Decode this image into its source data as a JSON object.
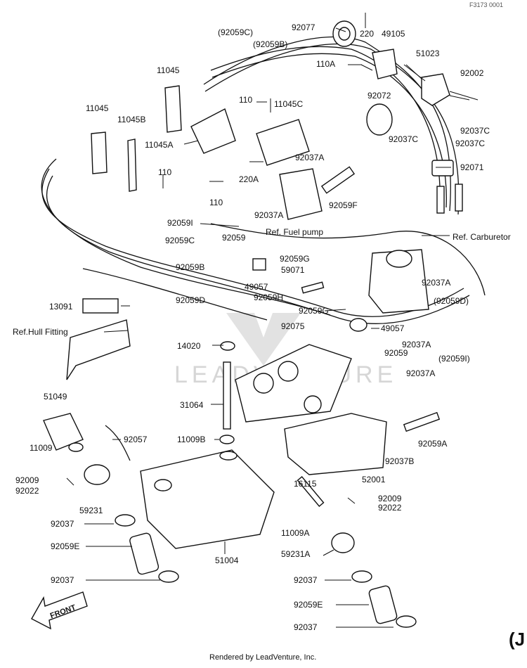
{
  "figure_code": "F3173 0001",
  "footer": "Rendered by LeadVenture, Inc.",
  "watermark": "LEADVENTURE",
  "corner_mark": "(J",
  "front_label": "FRONT",
  "labels": {
    "92059C_top": "(92059C)",
    "92059B_top": "(92059B)",
    "92077": "92077",
    "220": "220",
    "49105": "49105",
    "51023": "51023",
    "110A": "110A",
    "92002": "92002",
    "11045_top": "11045",
    "110_mid": "110",
    "11045C": "11045C",
    "92072": "92072",
    "11045_left": "11045",
    "11045B": "11045B",
    "92037C_1": "92037C",
    "92037C_2": "92037C",
    "92037C_3": "92037C",
    "11045A": "11045A",
    "92037A_1": "92037A",
    "92071": "92071",
    "220A": "220A",
    "110_left": "110",
    "110_bot": "110",
    "92037A_2": "92037A",
    "92059F": "92059F",
    "92059I": "92059I",
    "fuel_pump": "Ref. Fuel pump",
    "carburetor": "Ref. Carburetor",
    "92059_mid": "92059",
    "92059C_mid": "92059C",
    "92059G": "92059G",
    "92059B_mid": "92059B",
    "59071": "59071",
    "49057_1": "49057",
    "92037A_3": "92037A",
    "92059D_mid": "92059D",
    "92059H": "92059H",
    "92059D_right": "(92059D)",
    "13091": "13091",
    "92059G_2": "92059G",
    "49057_2": "49057",
    "hull_fitting": "Ref.Hull Fitting",
    "92075": "92075",
    "92037A_4": "92037A",
    "14020": "14020",
    "92059_low": "92059",
    "92059I_right": "(92059I)",
    "92037A_5": "92037A",
    "51049": "51049",
    "31064": "31064",
    "92057": "92057",
    "11009B": "11009B",
    "92059A": "92059A",
    "11009": "11009",
    "92037B": "92037B",
    "52001": "52001",
    "92009_left": "92009",
    "92022_left": "92022",
    "16115": "16115",
    "92009_right": "92009",
    "59231": "59231",
    "92022_right": "92022",
    "92037_left1": "92037",
    "11009A": "11009A",
    "92059E_left": "92059E",
    "51004": "51004",
    "59231A": "59231A",
    "92037_left2": "92037",
    "92037_right1": "92037",
    "92059E_right": "92059E",
    "92037_right2": "92037"
  }
}
